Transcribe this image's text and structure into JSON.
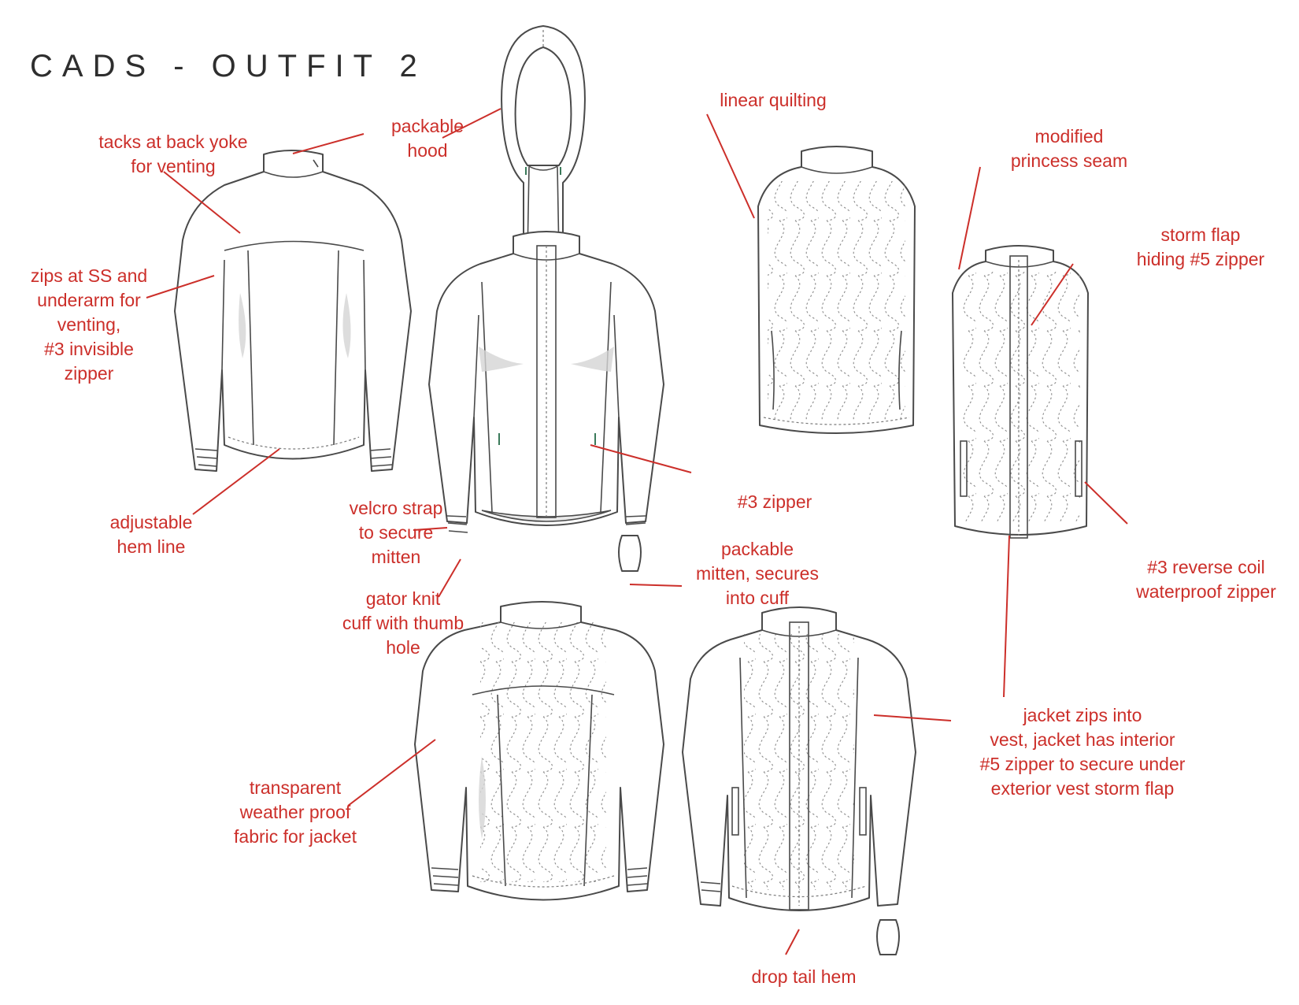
{
  "title": "CADS - OUTFIT 2",
  "callouts": {
    "tacks": [
      "tacks at back yoke",
      "for venting"
    ],
    "hood": [
      "packable",
      "hood"
    ],
    "quilting": [
      "linear quilting"
    ],
    "princess": [
      "modified",
      "princess seam"
    ],
    "stormflap": [
      "storm flap",
      "hiding #5 zipper"
    ],
    "zips": [
      "zips at SS and",
      "underarm for",
      "venting,",
      "#3 invisible",
      "zipper"
    ],
    "zipper3": [
      "#3 zipper"
    ],
    "hem": [
      "adjustable",
      "hem line"
    ],
    "velcro": [
      "velcro strap",
      "to secure",
      "mitten"
    ],
    "mitten": [
      "packable",
      "mitten, secures",
      "into cuff"
    ],
    "reversecoil": [
      "#3 reverse coil",
      "waterproof zipper"
    ],
    "gator": [
      "gator knit",
      "cuff with thumb",
      "hole"
    ],
    "zipsinto": [
      "jacket zips into",
      "vest, jacket has interior",
      "#5 zipper to secure under",
      "exterior vest storm flap"
    ],
    "transparent": [
      "transparent",
      "weather proof",
      "fabric for jacket"
    ],
    "droptail": [
      "drop tail hem"
    ]
  },
  "colors": {
    "accent": "#cc2f2a",
    "line": "#4a4a4a",
    "title": "#2e2e2e"
  }
}
